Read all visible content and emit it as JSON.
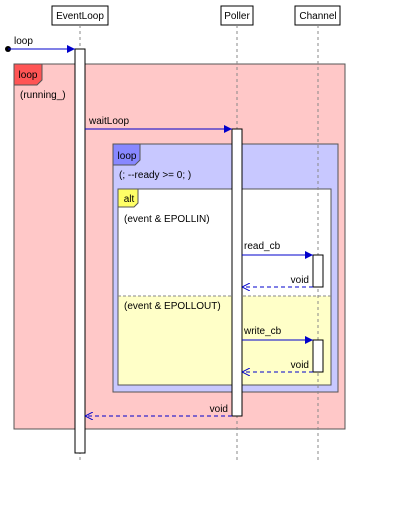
{
  "participants": [
    {
      "id": "eventloop",
      "label": "EventLoop"
    },
    {
      "id": "poller",
      "label": "Poller"
    },
    {
      "id": "channel",
      "label": "Channel"
    }
  ],
  "messages": {
    "loop": "loop",
    "waitLoop": "waitLoop",
    "read_cb": "read_cb",
    "read_return": "void",
    "write_cb": "write_cb",
    "write_return": "void",
    "waitLoop_return": "void"
  },
  "fragments": {
    "outer_loop": {
      "tag": "loop",
      "guard": "(running_)",
      "fill": "#ffc8c8",
      "tag_fill": "#ff5555"
    },
    "inner_loop": {
      "tag": "loop",
      "guard": "(; --ready >= 0; )",
      "fill": "#c8c8ff",
      "tag_fill": "#8888ff"
    },
    "alt": {
      "tag": "alt",
      "guard_1": "(event & EPOLLIN)",
      "guard_2": "(event & EPOLLOUT)",
      "fill_1": "#ffffff",
      "fill_2": "#ffffc8",
      "tag_fill": "#ffff66"
    }
  },
  "colors": {
    "message": "#0000cc",
    "lifeline": "#888888"
  }
}
